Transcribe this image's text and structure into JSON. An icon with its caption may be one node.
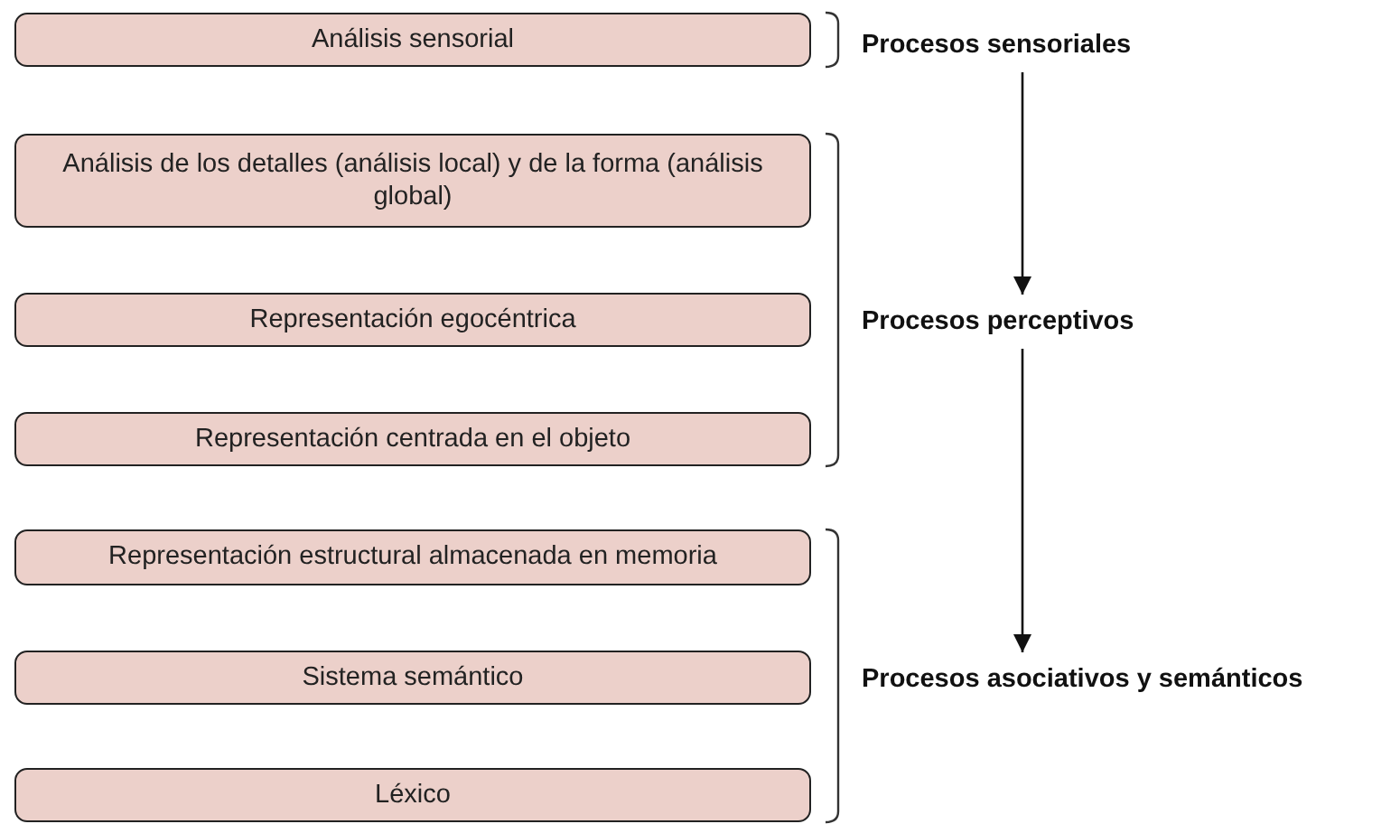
{
  "diagram": {
    "nodes": [
      {
        "text": [
          "Análisis sensorial"
        ]
      },
      {
        "text": [
          "Análisis de los detalles (análisis local) y de la forma (análisis global)"
        ]
      },
      {
        "text": [
          "Representación egocéntrica"
        ]
      },
      {
        "text": [
          "Representación centrada en el objeto"
        ]
      },
      {
        "text": [
          "Representación estructural almacenada en memoria"
        ]
      },
      {
        "text": [
          "Sistema semántico"
        ]
      },
      {
        "text": [
          "Léxico"
        ]
      },
      {
        "text": [
          "Procesos sensoriales"
        ]
      },
      {
        "text": [
          "Procesos perceptivos"
        ]
      },
      {
        "text": [
          "Procesos asociativos y semánticos"
        ]
      }
    ],
    "edges": [
      {
        "from": 7,
        "to": 8,
        "arrow": "to"
      },
      {
        "from": 8,
        "to": 9,
        "arrow": "to"
      }
    ]
  }
}
